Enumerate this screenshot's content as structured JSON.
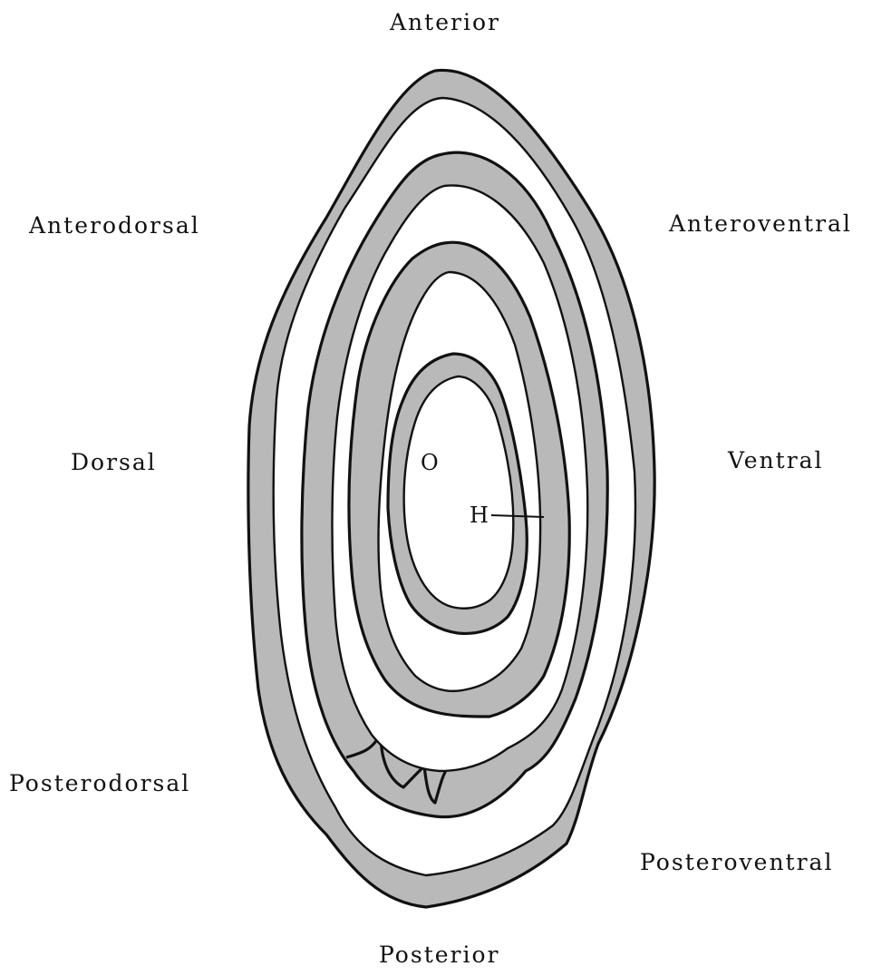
{
  "labels": {
    "anterior": "Anterior",
    "anterodorsal": "Anterodorsal",
    "anteroventral": "Anteroventral",
    "dorsal": "Dorsal",
    "ventral": "Ventral",
    "posterodorsal": "Posterodorsal",
    "posteroventral": "Posteroventral",
    "posterior": "Posterior"
  },
  "markers": {
    "o": "O",
    "h": "H"
  },
  "colors": {
    "ink": "#111111",
    "stipple": "#b9b9b9",
    "background": "#ffffff"
  }
}
